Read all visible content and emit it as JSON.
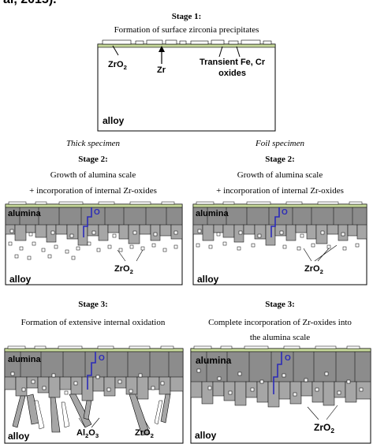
{
  "header_fragment": "al, 2015).",
  "stage1": {
    "title": "Stage 1:",
    "subtitle": "Formation of surface zirconia precipitates",
    "label_zro2": "ZrO",
    "label_zro2_sub": "2",
    "label_zr": "Zr",
    "label_transient_1": "Transient Fe, Cr",
    "label_transient_2": "oxides",
    "label_alloy": "alloy"
  },
  "left": {
    "specimen": "Thick specimen",
    "stage2_title": "Stage 2:",
    "stage2_line1": "Growth of alumina scale",
    "stage2_line2": "+ incorporation of internal Zr-oxides",
    "panel2_alumina": "alumina",
    "panel2_o": "O",
    "panel2_zro2": "ZrO",
    "panel2_zro2_sub": "2",
    "panel2_alloy": "alloy",
    "stage3_title": "Stage 3:",
    "stage3_line1": "Formation of extensive internal oxidation",
    "panel3_alumina": "alumina",
    "panel3_o": "O",
    "panel3_alloy": "alloy",
    "panel3_al2o3_a": "Al",
    "panel3_al2o3_s1": "2",
    "panel3_al2o3_b": "O",
    "panel3_al2o3_s2": "3",
    "panel3_zro2": "ZrO",
    "panel3_zro2_sub": "2"
  },
  "right": {
    "specimen": "Foil specimen",
    "stage2_title": "Stage 2:",
    "stage2_line1": "Growth of alumina scale",
    "stage2_line2": "+ incorporation of internal Zr-oxides",
    "panel2_alumina": "alumina",
    "panel2_o": "O",
    "panel2_zro2": "ZrO",
    "panel2_zro2_sub": "2",
    "panel2_alloy": "alloy",
    "stage3_title": "Stage 3:",
    "stage3_line1": "Complete incorporation of Zr-oxides into",
    "stage3_line2": "the alumina scale",
    "panel3_alumina": "alumina",
    "panel3_o": "O",
    "panel3_zro2": "ZrO",
    "panel3_zro2_sub": "2",
    "panel3_alloy": "alloy"
  },
  "colors": {
    "scale_gray": "#8c8c8c",
    "grain_gray": "#a6a6a6",
    "surface_green": "#c6d89a",
    "oxygen_path": "#2b2bb8"
  }
}
